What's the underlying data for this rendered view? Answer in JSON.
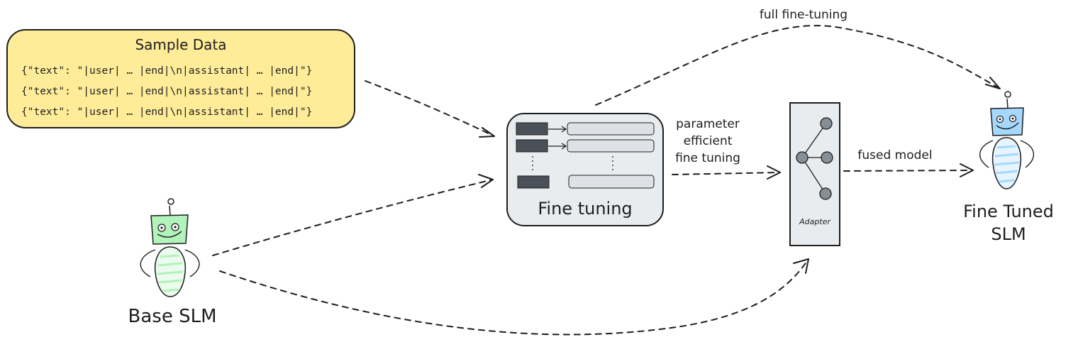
{
  "sample_data": {
    "title": "Sample Data",
    "lines": [
      "{\"text\": \"|user| … |end|\\n|assistant| … |end|\"}",
      "{\"text\": \"|user| … |end|\\n|assistant| … |end|\"}",
      "{\"text\": \"|user| … |end|\\n|assistant| … |end|\"}"
    ],
    "fill_color": "#ffec99"
  },
  "fine_tuning": {
    "label": "Fine tuning"
  },
  "adapter": {
    "label": "Adapter"
  },
  "edges": {
    "full": "full fine-tuning",
    "peft": [
      "parameter",
      "efficient",
      "fine tuning"
    ],
    "fused": "fused model"
  },
  "base_slm": {
    "label": "Base SLM",
    "color": "#b2f2bb"
  },
  "fine_tuned_slm": {
    "label_lines": [
      "Fine Tuned",
      "SLM"
    ],
    "color": "#a5d8ff"
  }
}
